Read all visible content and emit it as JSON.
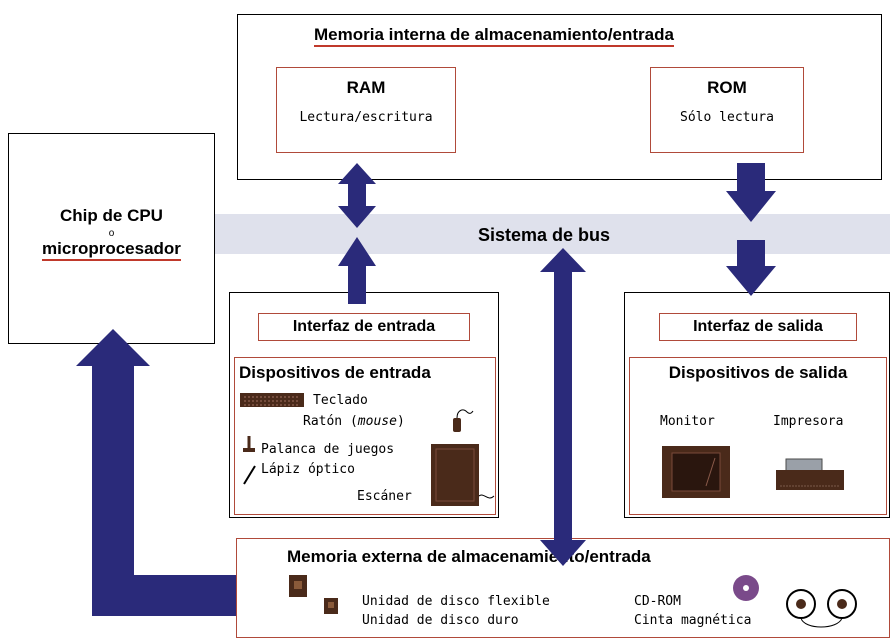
{
  "memoria_interna": {
    "title": "Memoria interna de almacenamiento/entrada",
    "ram": {
      "title": "RAM",
      "desc": "Lectura/escritura"
    },
    "rom": {
      "title": "ROM",
      "desc": "Sólo lectura"
    }
  },
  "cpu": {
    "line1": "Chip de CPU",
    "line2": "o",
    "line3": "microprocesador"
  },
  "bus": {
    "label": "Sistema de bus"
  },
  "entrada": {
    "interfaz": "Interfaz de entrada",
    "dispositivos_title": "Dispositivos de entrada",
    "items": {
      "teclado": "Teclado",
      "raton_prefix": "Ratón (",
      "raton_mouse": "mouse",
      "raton_suffix": ")",
      "palanca": "Palanca de juegos",
      "lapiz": "Lápiz óptico",
      "escaner": "Escáner"
    }
  },
  "salida": {
    "interfaz": "Interfaz de salida",
    "dispositivos_title": "Dispositivos de salida",
    "items": {
      "monitor": "Monitor",
      "impresora": "Impresora"
    }
  },
  "memoria_externa": {
    "title": "Memoria externa de almacenamiento/entrada",
    "items": {
      "disco_flexible": "Unidad de disco flexible",
      "disco_duro": "Unidad de disco duro",
      "cdrom": "CD-ROM",
      "cinta": "Cinta magnética"
    }
  },
  "colors": {
    "arrow": "#2a2a7a",
    "underline": "#c0392b",
    "bus": "#dfe1ec",
    "device": "#4a2a1a"
  }
}
